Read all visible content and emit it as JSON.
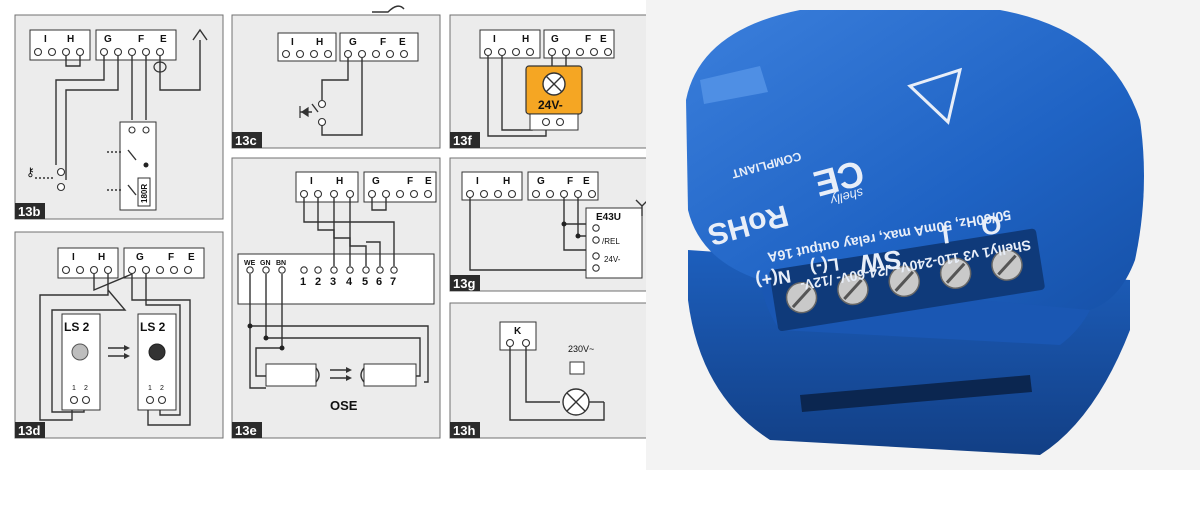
{
  "diagrams": {
    "13b": {
      "tag": "13b",
      "terminal_labels": [
        "I",
        "H",
        "G",
        "F",
        "E"
      ],
      "resistor": "180R"
    },
    "13c": {
      "tag": "13c",
      "terminal_labels": [
        "I",
        "H",
        "G",
        "F",
        "E"
      ]
    },
    "13d": {
      "tag": "13d",
      "terminal_labels": [
        "I",
        "H",
        "G",
        "F",
        "E"
      ],
      "device_left": "LS 2",
      "device_right": "LS 2",
      "device_pins": [
        "1",
        "2"
      ]
    },
    "13e": {
      "tag": "13e",
      "terminal_labels": [
        "I",
        "H",
        "G",
        "F",
        "E"
      ],
      "module_wires": [
        "WE",
        "GN",
        "BN"
      ],
      "module_pins": [
        "1",
        "2",
        "3",
        "4",
        "5",
        "6",
        "7"
      ],
      "sensor_label": "OSE"
    },
    "13f": {
      "tag": "13f",
      "terminal_labels": [
        "I",
        "H",
        "G",
        "F",
        "E"
      ],
      "lamp_voltage": "24V-"
    },
    "13g": {
      "tag": "13g",
      "terminal_labels": [
        "I",
        "H",
        "G",
        "F",
        "E"
      ],
      "device_title": "E43U",
      "device_pins": [
        "/REL",
        "24V-"
      ]
    },
    "13h": {
      "tag": "13h",
      "terminal_label": "K",
      "supply_label": "230V~"
    }
  },
  "photo": {
    "brand": "shelly",
    "cert_rohs": "RoHS",
    "cert_compliant": "COMPLIANT",
    "cert_ce": "CE",
    "spec_line1": "Shelly1 v3 110-240V~ /24-60V- /12V-",
    "spec_line2": "50/60Hz, 50mA max, relay output 16A",
    "labels_top": [
      "O",
      "I"
    ],
    "labels_bottom": [
      "SW",
      "L(-)",
      "N(+)"
    ]
  },
  "colors": {
    "device_blue": "#1f63c4",
    "lamp_orange": "#f5a623"
  }
}
